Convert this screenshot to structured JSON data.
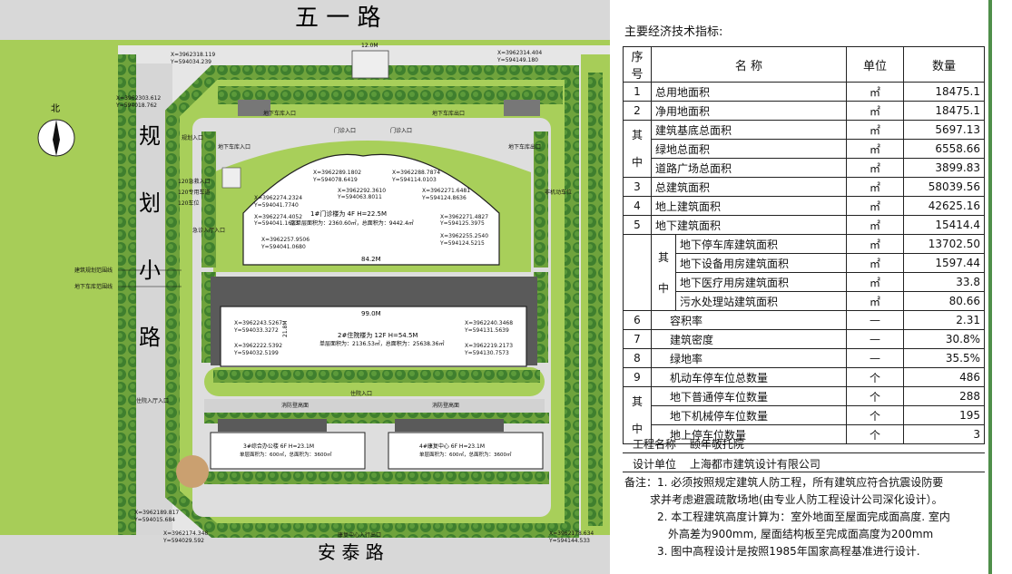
{
  "plan": {
    "road_top": "五  一  路",
    "road_left": [
      "规",
      "划",
      "小",
      "路"
    ],
    "road_bottom": "安  泰  路",
    "north_label": "北",
    "dim_gate": "12.0M",
    "coords": [
      "X=3962318.119",
      "Y=594034.239",
      "X=3962314.404",
      "Y=594149.180",
      "X=3962303.612",
      "Y=594018.762",
      "X=3962189.817",
      "Y=594015.684",
      "X=3962174.348",
      "Y=594029.592",
      "X=3962178.634",
      "Y=594144.533"
    ],
    "bldg1_title": "1#门诊楼为  4F H=22.5M",
    "bldg1_area": "层单层面积为：2360.60㎡，总面积为：9442.4㎡",
    "bldg1_width": "84.2M",
    "bldg1_coords": [
      "X=3962289.1802",
      "Y=594078.6419",
      "X=3962288.7874",
      "Y=594114.0103",
      "X=3962292.3610",
      "Y=594063.8011",
      "X=3962274.2324",
      "Y=594041.7740",
      "X=3962271.6481",
      "Y=594124.8636",
      "X=3962274.4052",
      "Y=594041.1623",
      "X=3962271.4827",
      "Y=594125.3975",
      "X=3962257.9506",
      "Y=594041.0680",
      "X=3962255.2540",
      "Y=594124.5215"
    ],
    "bldg2_title": "2#住院楼为  12F  H=54.5M",
    "bldg2_area": "单层面积为：2136.53㎡，总面积为：25638.36㎡",
    "bldg2_width": "99.0M",
    "bldg2_depth": "21.8M",
    "bldg2_coords": [
      "X=3962243.5267",
      "Y=594033.3272",
      "X=3962240.3468",
      "Y=594131.5639",
      "X=3962222.5392",
      "Y=594032.5199",
      "X=3962219.2173",
      "Y=594130.7573"
    ],
    "bldg3_title": "3#综合办公楼  6F H=23.1M",
    "bldg3_area": "单层面积为：600㎡，总面积为：3600㎡",
    "bldg4_title": "4#康复中心  6F H=23.1M",
    "bldg4_area": "单层面积为：600㎡，总面积为：3600㎡",
    "labels": [
      "地下车库入口",
      "地下车库出口",
      "门诊入口",
      "门诊入口",
      "住院入口",
      "消防登高面",
      "消防登高面",
      "住院入厅入口",
      "地下车库入口",
      "地下车库出口",
      "规划入口",
      "120急救入口",
      "120专用车道",
      "120车位",
      "急诊入厅入口",
      "建筑规划范围线",
      "地下车库范围线",
      "非机动车位",
      "康复中心入行出口"
    ]
  },
  "table": {
    "title": "主要经济技术指标:",
    "headers": {
      "no": "序号",
      "name": "名        称",
      "unit": "单位",
      "qty": "数量"
    },
    "rows": [
      {
        "no": "1",
        "name": "总用地面积",
        "unit": "㎡",
        "qty": "18475.1"
      },
      {
        "no": "2",
        "name": "净用地面积",
        "unit": "㎡",
        "qty": "18475.1"
      },
      {
        "name": "建筑基底总面积",
        "unit": "㎡",
        "qty": "5697.13"
      },
      {
        "name": "绿地总面积",
        "unit": "㎡",
        "qty": "6558.66"
      },
      {
        "name": "道路广场总面积",
        "unit": "㎡",
        "qty": "3899.83"
      },
      {
        "no": "3",
        "name": "总建筑面积",
        "unit": "㎡",
        "qty": "58039.56"
      },
      {
        "no": "4",
        "name": "地上建筑面积",
        "unit": "㎡",
        "qty": "42625.16"
      },
      {
        "no": "5",
        "name": "地下建筑面积",
        "unit": "㎡",
        "qty": "15414.4"
      },
      {
        "name": "地下停车库建筑面积",
        "unit": "㎡",
        "qty": "13702.50"
      },
      {
        "name": "地下设备用房建筑面积",
        "unit": "㎡",
        "qty": "1597.44"
      },
      {
        "name": "地下医疗用房建筑面积",
        "unit": "㎡",
        "qty": "33.8"
      },
      {
        "name": "污水处理站建筑面积",
        "unit": "㎡",
        "qty": "80.66"
      },
      {
        "no": "6",
        "name": "容积率",
        "unit": "—",
        "qty": "2.31"
      },
      {
        "no": "7",
        "name": "建筑密度",
        "unit": "—",
        "qty": "30.8%"
      },
      {
        "no": "8",
        "name": "绿地率",
        "unit": "—",
        "qty": "35.5%"
      },
      {
        "no": "9",
        "name": "机动车停车位总数量",
        "unit": "个",
        "qty": "486"
      },
      {
        "name": "地下普通停车位数量",
        "unit": "个",
        "qty": "288"
      },
      {
        "name": "地下机械停车位数量",
        "unit": "个",
        "qty": "195"
      },
      {
        "name": "地上停车位数量",
        "unit": "个",
        "qty": "3"
      }
    ],
    "group_marks": {
      "qi": "其",
      "zhong": "中"
    }
  },
  "project": {
    "name_key": "工程名称",
    "name_val": "颐年敬托院",
    "designer_key": "设计单位",
    "designer_val": "上海都市建筑设计有限公司"
  },
  "notes": {
    "line1": "备注：1. 必须按照规定建筑人防工程，所有建筑应符合抗震设防要",
    "line2": "求并考虑避震疏散场地(由专业人防工程设计公司深化设计）。",
    "line3": "2. 本工程建筑高度计算为：室外地面至屋面完成面高度. 室内",
    "line4": "外高差为900mm, 屋面结构板至完成面高度为200mm",
    "line5": "3. 图中高程设计是按照1985年国家高程基准进行设计."
  },
  "colors": {
    "grass": "#a8cf5a",
    "tree": "#3f7f2e",
    "pavement": "#dcdcdc",
    "building": "#ffffff",
    "redline": "#d62b1f",
    "accent_bar": "#4f8f4a"
  }
}
